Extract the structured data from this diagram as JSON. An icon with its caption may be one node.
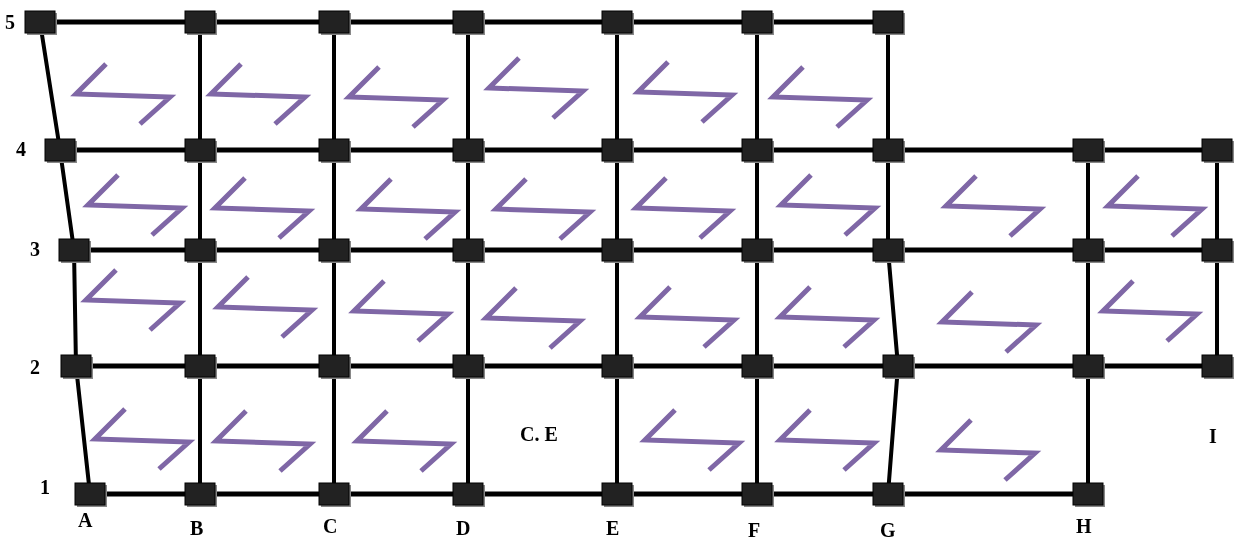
{
  "diagram": {
    "labels": [
      "5",
      "4",
      "3",
      "2",
      "1",
      "C. E",
      "I",
      "A",
      "B",
      "C",
      "D",
      "E",
      "F",
      "G",
      "H"
    ]
  }
}
